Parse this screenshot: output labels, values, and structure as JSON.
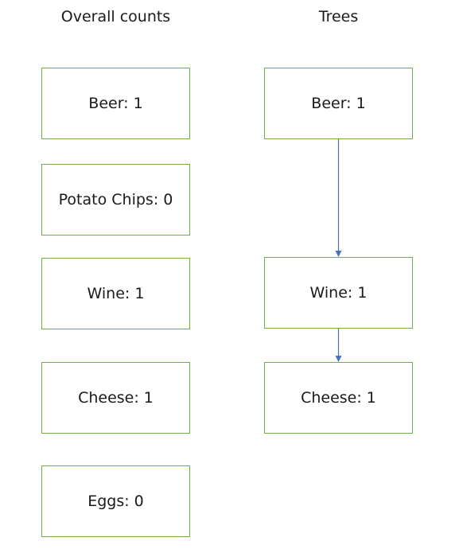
{
  "headings": {
    "overall": "Overall counts",
    "trees": "Trees"
  },
  "overall_counts": [
    {
      "label": "Beer: 1"
    },
    {
      "label": "Potato Chips: 0"
    },
    {
      "label": "Wine: 1"
    },
    {
      "label": "Cheese: 1"
    },
    {
      "label": "Eggs: 0"
    }
  ],
  "tree_nodes": [
    {
      "label": "Beer: 1"
    },
    {
      "label": "Wine: 1"
    },
    {
      "label": "Cheese: 1"
    }
  ],
  "colors": {
    "box_border": "#70ad47",
    "arrow": "#4472c4"
  }
}
